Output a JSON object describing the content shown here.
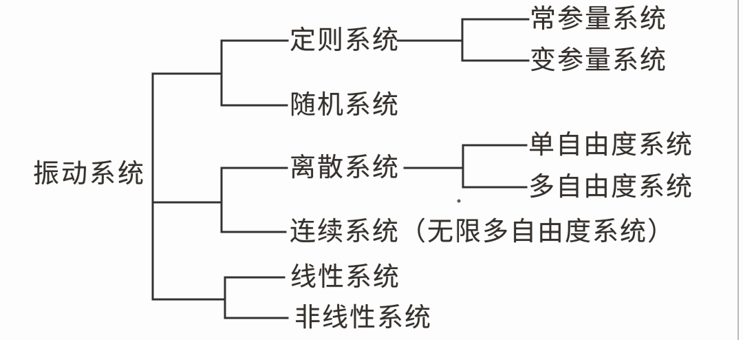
{
  "tree": {
    "root": {
      "label": "振动系统"
    },
    "branches": [
      {
        "label": "定则系统",
        "children": [
          {
            "label": "常参量系统"
          },
          {
            "label": "变参量系统"
          }
        ]
      },
      {
        "label": "随机系统",
        "children": []
      },
      {
        "label": "离散系统",
        "children": [
          {
            "label": "单自由度系统"
          },
          {
            "label": "多自由度系统"
          }
        ]
      },
      {
        "label": "连续系统（无限多自由度系统）",
        "children": []
      },
      {
        "label": "线性系统",
        "children": []
      },
      {
        "label": "非线性系统",
        "children": []
      }
    ]
  },
  "colors": {
    "line": "#323232",
    "text": "#34302c",
    "background": "#fdfdfd",
    "page_edge": "#b8b8b8",
    "ink_dot": "#5a5a5a"
  }
}
